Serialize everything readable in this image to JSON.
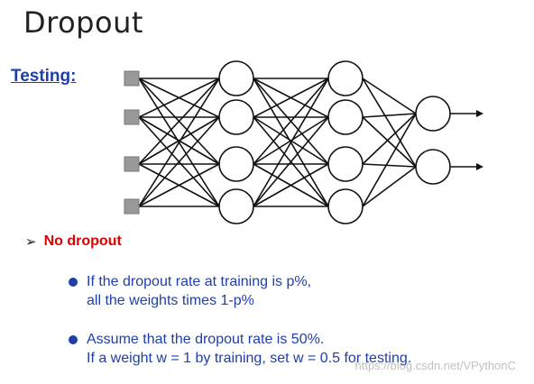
{
  "title": "Dropout",
  "section_label": "Testing:",
  "network": {
    "layer_sizes": [
      4,
      4,
      4,
      2
    ],
    "outputs": 2
  },
  "main_bullet": "No dropout",
  "points": [
    {
      "line1": "If the dropout rate at training is p%,",
      "line2": "all the weights times 1-p%"
    },
    {
      "line1": "Assume that the dropout rate is 50%.",
      "line2": "If a weight  w = 1 by training, set w = 0.5 for testing."
    }
  ],
  "watermark": "https://blog.csdn.net/VPythonC",
  "colors": {
    "accent_blue": "#1f3fa8",
    "highlight_red": "#e00000",
    "input_gray": "#999999"
  }
}
